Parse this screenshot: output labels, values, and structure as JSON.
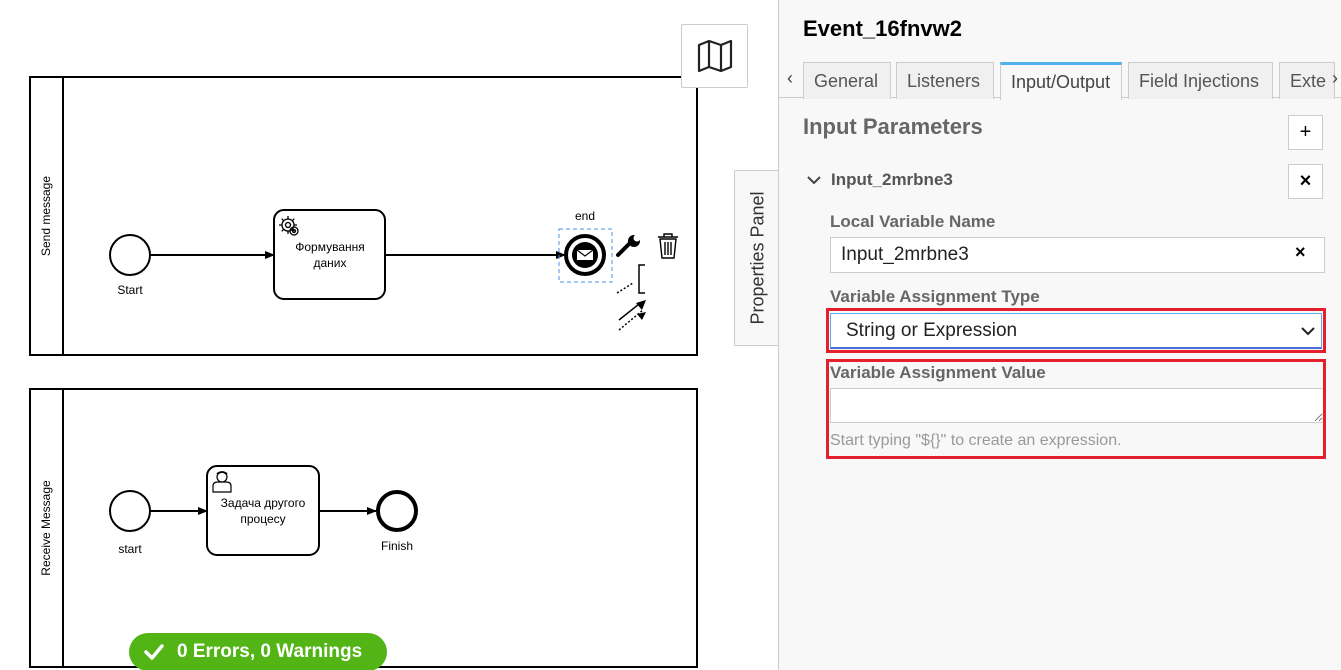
{
  "diagram": {
    "pool1": {
      "label": "Send message",
      "start_label": "Start",
      "task_label_line1": "Формування",
      "task_label_line2": "даних",
      "end_label": "end"
    },
    "pool2": {
      "label": "Receive Message",
      "start_label": "start",
      "task_label_line1": "Задача другого",
      "task_label_line2": "процесу",
      "end_label": "Finish"
    }
  },
  "status": {
    "text": "0 Errors, 0 Warnings",
    "color": "#52b415"
  },
  "properties_toggle": {
    "label": "Properties Panel"
  },
  "panel": {
    "title": "Event_16fnvw2",
    "tabs": [
      "General",
      "Listeners",
      "Input/Output",
      "Field Injections",
      "Exte"
    ],
    "active_tab": "Input/Output",
    "section_title": "Input Parameters",
    "add_symbol": "+",
    "remove_symbol": "×",
    "parameter": {
      "name": "Input_2mrbne3",
      "local_name_label": "Local Variable Name",
      "local_name_value": "Input_2mrbne3",
      "assignment_type_label": "Variable Assignment Type",
      "assignment_type_value": "String or Expression",
      "assignment_value_label": "Variable Assignment Value",
      "assignment_value": "",
      "assignment_hint": "Start typing \"${}\" to create an expression."
    }
  },
  "colors": {
    "highlight": "#e4202f",
    "active_tab": "#52b0ec"
  }
}
